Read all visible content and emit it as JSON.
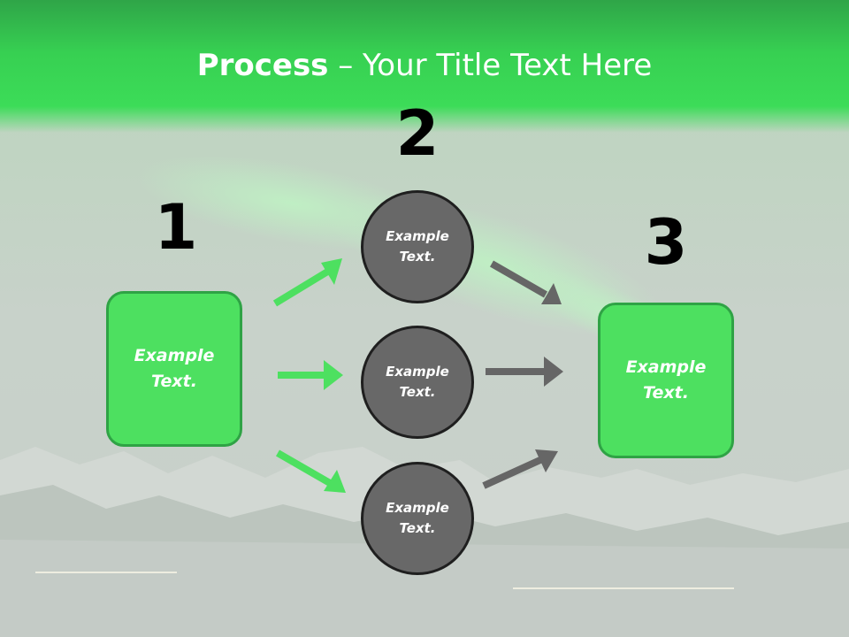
{
  "slide": {
    "title_bold": "Process",
    "title_rest": " – Your Title Text Here"
  },
  "steps": [
    {
      "number": "1",
      "text": "Example Text."
    },
    {
      "number": "2",
      "text": "Example Text."
    },
    {
      "number": "3",
      "text": "Example Text."
    }
  ],
  "circles": [
    {
      "text": "Example Text."
    },
    {
      "text": "Example Text."
    },
    {
      "text": "Example Text."
    }
  ],
  "colors": {
    "accent_green": "#4de060",
    "circle_gray": "#686868",
    "arrow_gray": "#666666"
  }
}
